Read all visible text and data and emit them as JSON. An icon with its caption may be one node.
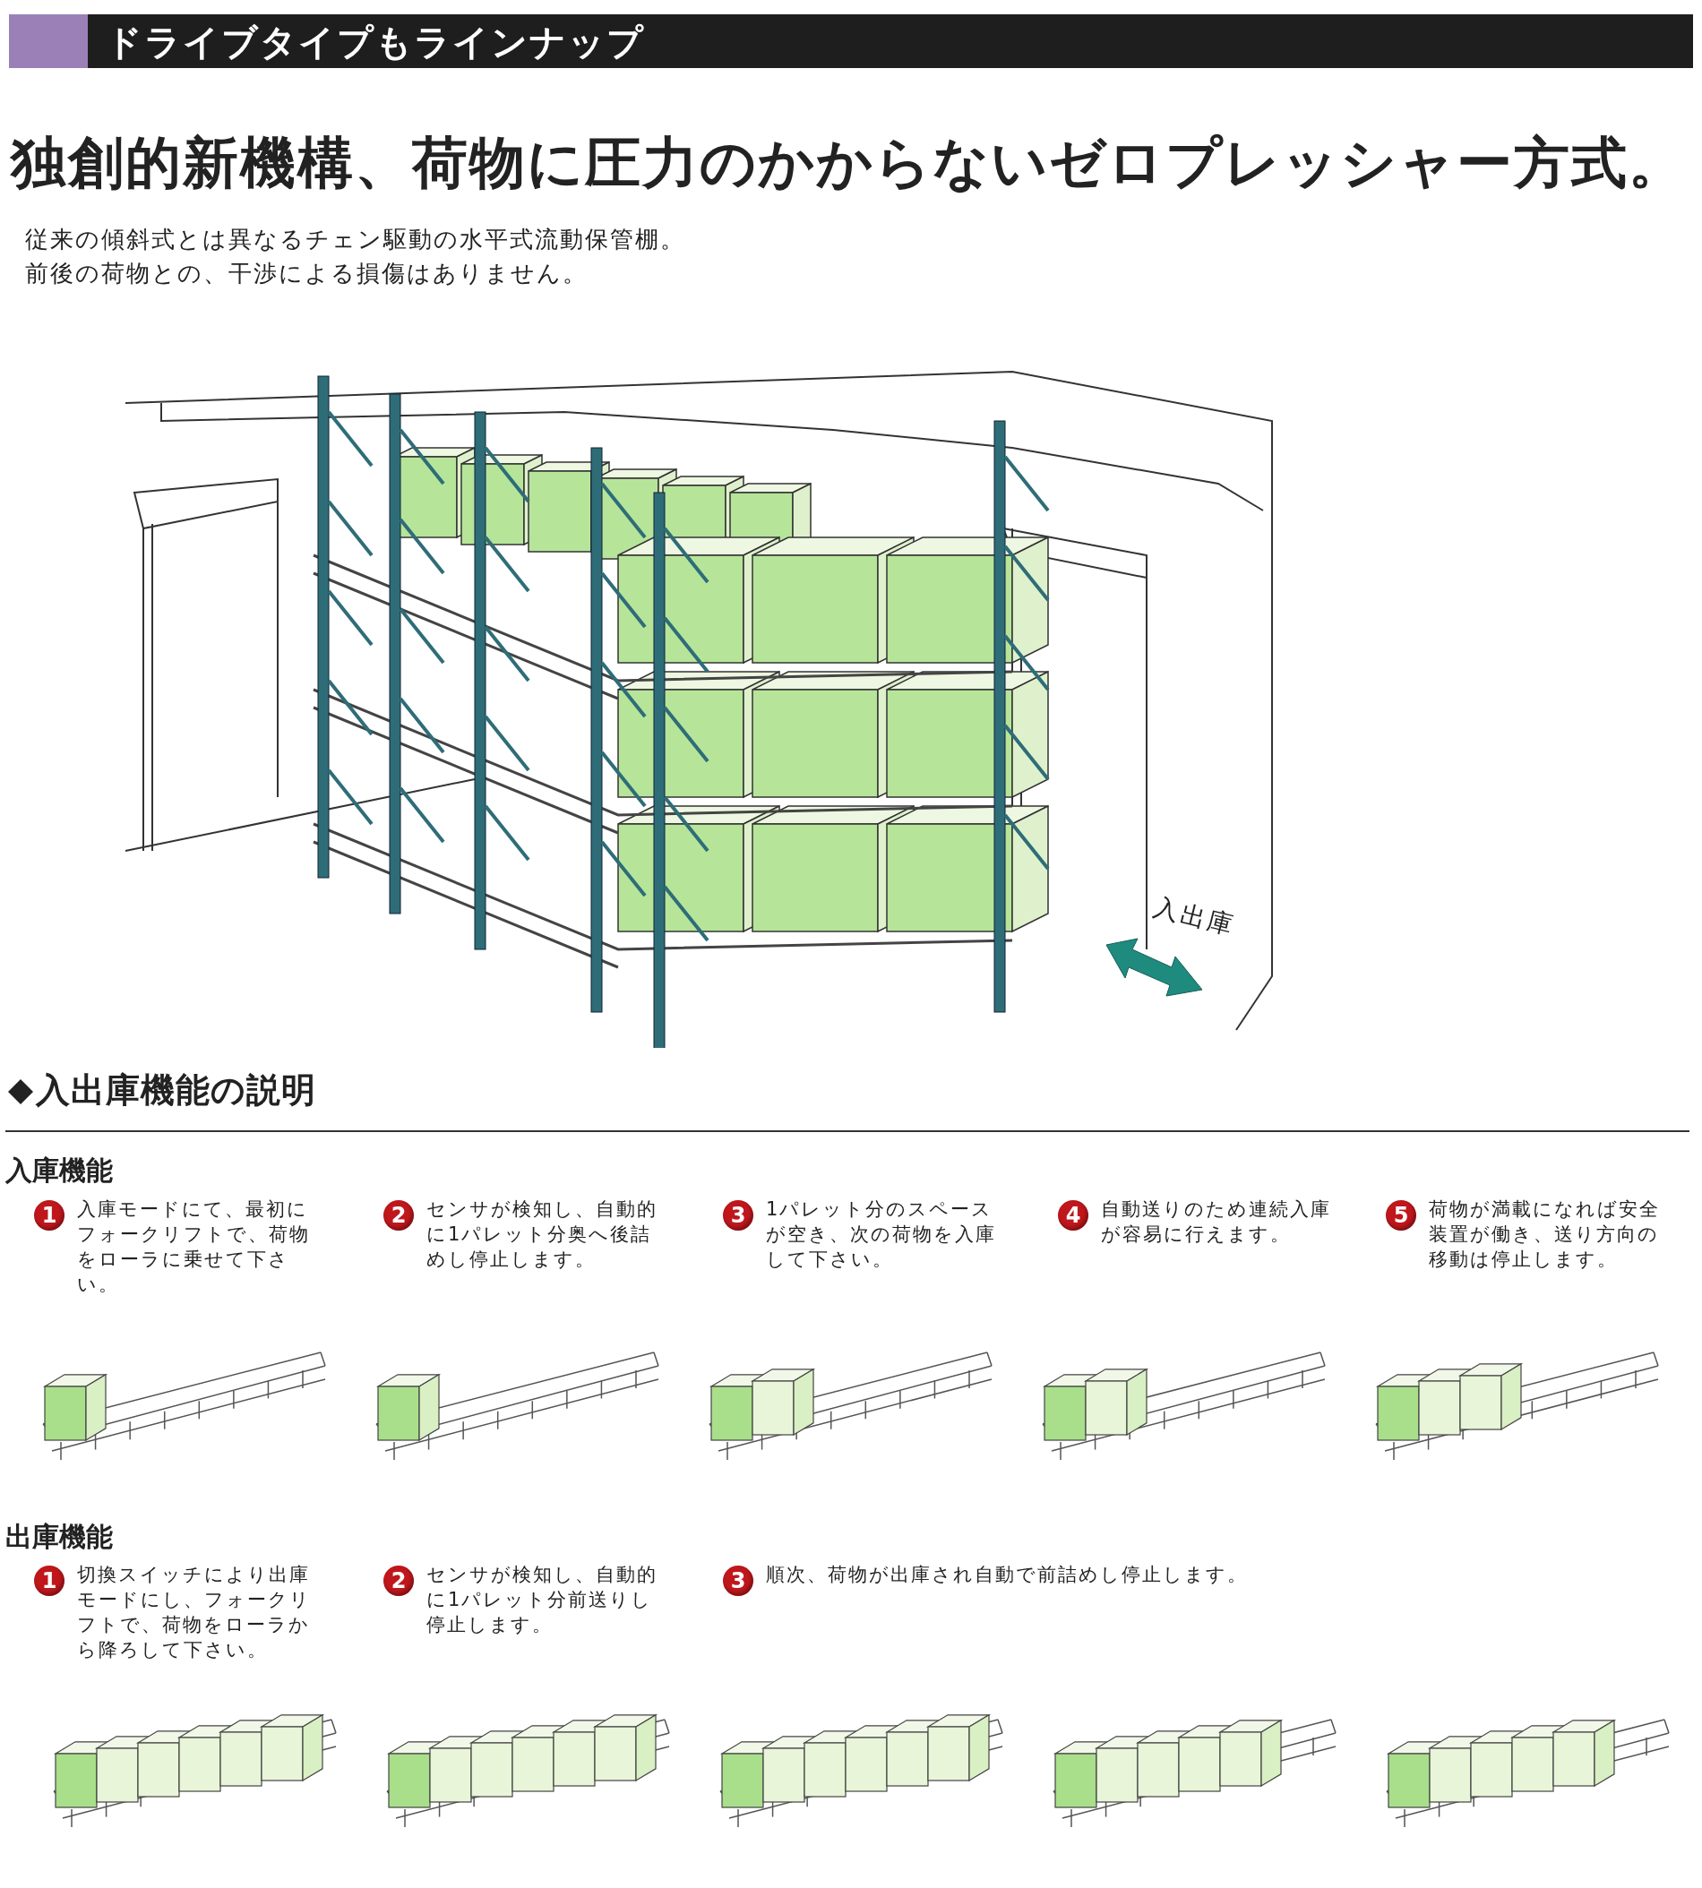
{
  "diagram": {
    "title": "ドライブタイプもラインナップ",
    "labels": [
      "独創的新機構、荷物に圧力のかからないゼロプレッシャー方式。",
      "従来の傾斜式とは異なるチェン駆動の水平式流動保管棚。",
      "前後の荷物との、干渉による損傷はありません。",
      "入出庫",
      "入出庫機能の説明",
      "入庫機能",
      "1",
      "入庫モードにて、最初にフォークリフトで、荷物をローラに乗せて下さい。",
      "2",
      "センサが検知し、自動的に1パレット分奥へ後詰めし停止します。",
      "3",
      "1パレット分のスペースが空き、次の荷物を入庫して下さい。",
      "4",
      "自動送りのため連続入庫が容易に行えます。",
      "5",
      "荷物が満載になれば安全装置が働き、送り方向の移動は停止します。",
      "出庫機能",
      "1",
      "切換スイッチにより出庫モードにし、フォークリフトで、荷物をローラから降ろして下さい。",
      "2",
      "センサが検知し、自動的に1パレット分前送りし停止します。",
      "3",
      "順次、荷物が出庫され自動で前詰めし停止します。"
    ]
  }
}
